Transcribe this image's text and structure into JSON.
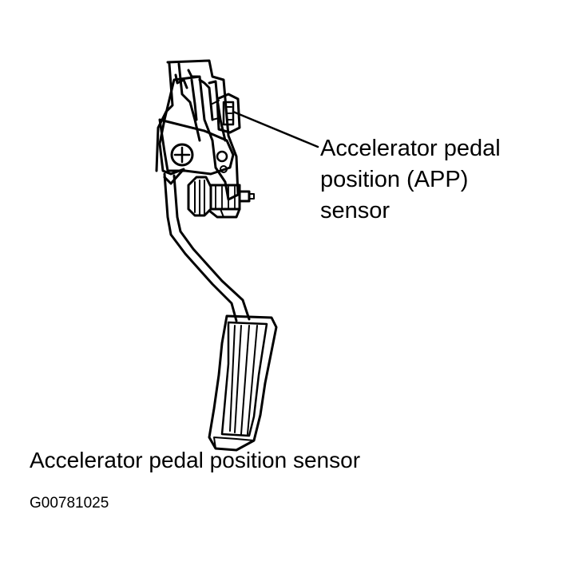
{
  "diagram": {
    "callout_lines": [
      "Accelerator pedal",
      "position (APP)",
      "sensor"
    ],
    "caption": "Accelerator pedal position sensor",
    "figure_id": "G00781025"
  }
}
